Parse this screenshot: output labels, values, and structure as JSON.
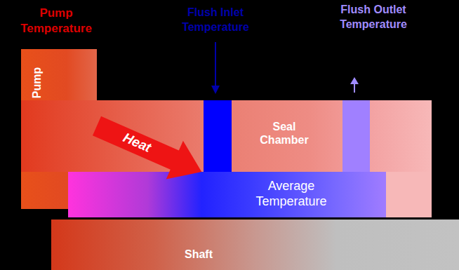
{
  "diagram": {
    "nodes": [
      {
        "text": [
          "Pump"
        ]
      },
      {
        "text": [
          "Seal Chamber"
        ]
      },
      {
        "text": [
          "Average Temperature"
        ]
      },
      {
        "text": [
          "Shaft"
        ]
      }
    ],
    "edges": [
      {
        "from": 0,
        "to": 2,
        "arrow": "to",
        "label": "Heat"
      }
    ],
    "labels": [
      "Pump Temperature",
      "Flush Inlet Temperature",
      "Flush Outlet Temperature"
    ]
  }
}
